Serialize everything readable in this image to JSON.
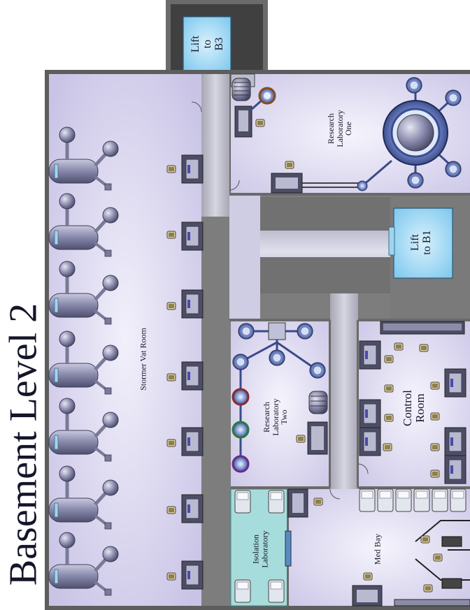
{
  "map_title": "Basement Level 2",
  "rooms": {
    "stormer_vat": "Stormer Vat Room",
    "research_lab_one": [
      "Research",
      "Laboratory",
      "One"
    ],
    "research_lab_two": [
      "Research",
      "Laboratory",
      "Two"
    ],
    "isolation_lab": [
      "Isolation",
      "Laboratory"
    ],
    "control_room": [
      "Control",
      "Room"
    ],
    "med_bay": "Med Bay"
  },
  "lifts": {
    "b3": [
      "Lift",
      "to",
      "B3"
    ],
    "b1": [
      "Lift",
      "to B1"
    ]
  },
  "colors": {
    "wall": "#6f6f6f",
    "corridor": "#a9a9a9",
    "room_floor": "#d8d4ee",
    "lift": "#a9dcf6",
    "isolation": "#a8dcdc",
    "vat": "#8a8aa8"
  }
}
